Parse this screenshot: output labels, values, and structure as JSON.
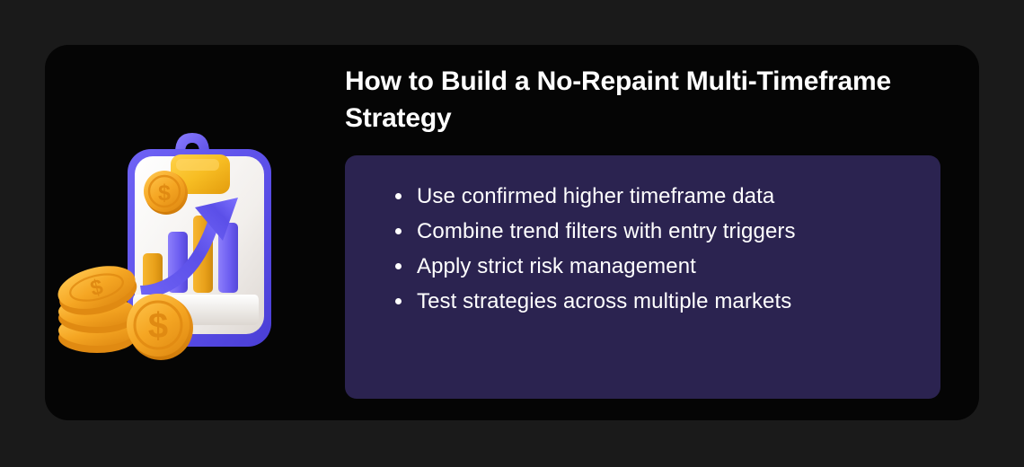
{
  "theme": {
    "page_background": "#1a1a1a",
    "card_background": "#050505",
    "panel_background": "#2b2350",
    "text_color": "#ffffff",
    "accent_blue": "#5b52ef",
    "accent_purple": "#6c5ce7",
    "accent_yellow": "#f5b920",
    "accent_orange": "#f0932b",
    "paper_white": "#f4f1ee"
  },
  "card": {
    "title": "How to Build a No-Repaint Multi-Timeframe Strategy"
  },
  "bullets": {
    "items": [
      "Use confirmed higher timeframe data",
      "Combine trend filters with entry triggers",
      "Apply strict risk management",
      "Test strategies across multiple markets"
    ]
  },
  "illustration": {
    "name": "clipboard-growth-chart-coins-illustration",
    "elements": [
      "clipboard-board",
      "clipboard-clip",
      "dollar-coin-on-page",
      "bar-chart",
      "growth-arrow",
      "coin-stack"
    ]
  }
}
